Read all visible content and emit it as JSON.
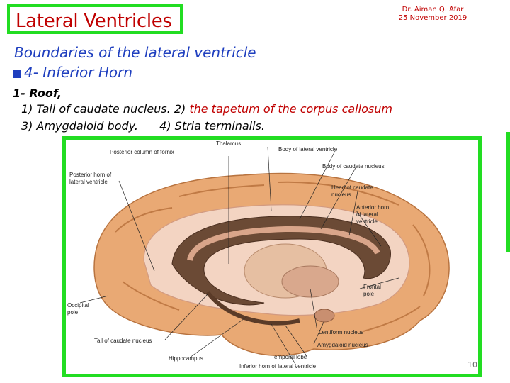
{
  "title": "Lateral Ventricles",
  "author": {
    "name": "Dr. Aiman Q. Afar",
    "date": "25  November 2019"
  },
  "heading": "Boundaries of the lateral ventricle",
  "subheading": "4- Inferior Horn",
  "roof_label": "1- Roof,",
  "items": {
    "item1": "1) Tail of caudate nucleus. 2)",
    "item2_highlight": "the tapetum of the corpus callosum",
    "item3": "3) Amygdaloid body.",
    "item4": "4) Stria terminalis."
  },
  "figure": {
    "labels": {
      "thalamus": "Thalamus",
      "posterior_column_fornix": "Posterior column of fornix",
      "body_lateral_ventricle": "Body of lateral ventricle",
      "body_caudate": "Body of caudate nucleus",
      "posterior_horn": "Posterior horn of\nlateral ventricle",
      "head_caudate": "Head of caudate\nnucleus",
      "anterior_horn": "Anterior horn\nof lateral\nventricle",
      "frontal_pole": "Frontal\npole",
      "occipital_pole": "Occipital\npole",
      "lentiform": "Lentiform nucleus",
      "tail_caudate": "Tail of caudate nucleus",
      "amygdaloid": "Amygdaloid nucleus",
      "temporal_lobe": "Temporal lobe",
      "hippocampus": "Hippocampus",
      "inferior_horn": "Inferior horn of lateral ventricle"
    }
  },
  "page_number": "10",
  "colors": {
    "accent_green": "#22dd22",
    "title_red": "#c00000",
    "heading_blue": "#1f3fbf"
  }
}
